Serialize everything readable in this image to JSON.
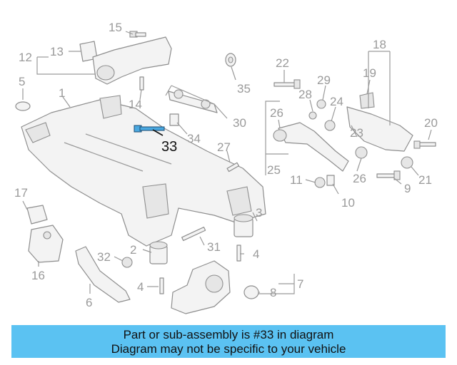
{
  "callouts": [
    {
      "id": "15",
      "text": "15"
    },
    {
      "id": "13",
      "text": "13"
    },
    {
      "id": "12",
      "text": "12"
    },
    {
      "id": "5",
      "text": "5"
    },
    {
      "id": "1",
      "text": "1"
    },
    {
      "id": "14",
      "text": "14"
    },
    {
      "id": "35",
      "text": "35"
    },
    {
      "id": "22",
      "text": "22"
    },
    {
      "id": "18",
      "text": "18"
    },
    {
      "id": "19",
      "text": "19"
    },
    {
      "id": "29",
      "text": "29"
    },
    {
      "id": "28",
      "text": "28"
    },
    {
      "id": "24",
      "text": "24"
    },
    {
      "id": "26a",
      "text": "26"
    },
    {
      "id": "30",
      "text": "30"
    },
    {
      "id": "34",
      "text": "34"
    },
    {
      "id": "33",
      "text": "33"
    },
    {
      "id": "27",
      "text": "27"
    },
    {
      "id": "25",
      "text": "25"
    },
    {
      "id": "23",
      "text": "23"
    },
    {
      "id": "20",
      "text": "20"
    },
    {
      "id": "11",
      "text": "11"
    },
    {
      "id": "26b",
      "text": "26"
    },
    {
      "id": "21",
      "text": "21"
    },
    {
      "id": "9",
      "text": "9"
    },
    {
      "id": "10",
      "text": "10"
    },
    {
      "id": "17",
      "text": "17"
    },
    {
      "id": "3",
      "text": "3"
    },
    {
      "id": "31",
      "text": "31"
    },
    {
      "id": "2",
      "text": "2"
    },
    {
      "id": "4a",
      "text": "4"
    },
    {
      "id": "32",
      "text": "32"
    },
    {
      "id": "16",
      "text": "16"
    },
    {
      "id": "7",
      "text": "7"
    },
    {
      "id": "8",
      "text": "8"
    },
    {
      "id": "4b",
      "text": "4"
    },
    {
      "id": "6",
      "text": "6"
    }
  ],
  "highlight_color": "#4aa8e0",
  "banner": {
    "line1": "Part or sub-assembly is #33 in diagram",
    "line2": "Diagram may not be specific to your vehicle",
    "color": "#5bc2f2"
  }
}
